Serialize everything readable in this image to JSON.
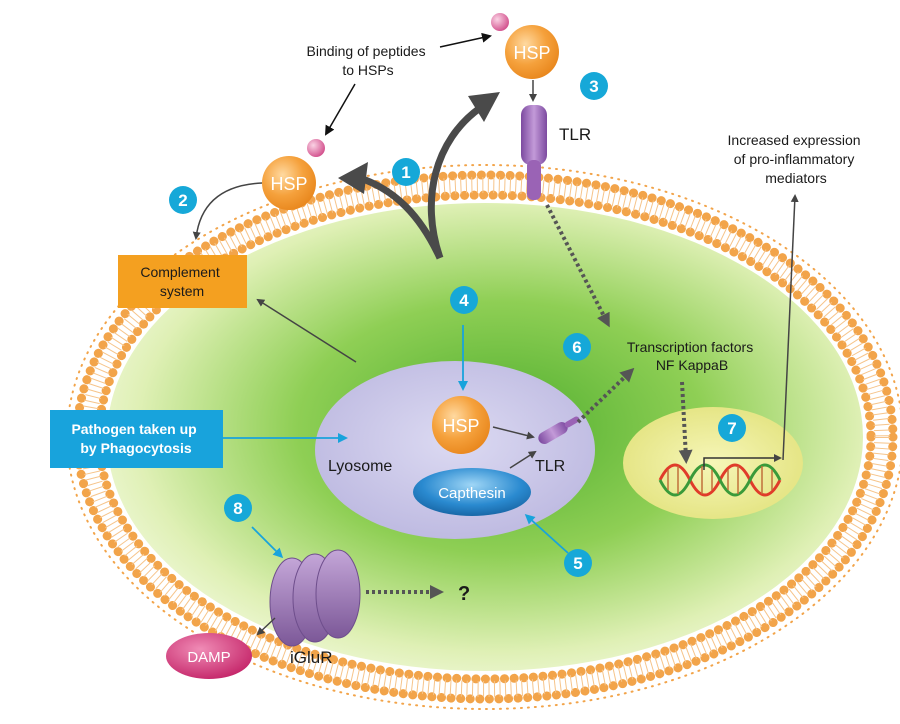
{
  "labels": {
    "binding": [
      "Binding of peptides",
      "to HSPs"
    ],
    "tlr_top": "TLR",
    "increased": [
      "Increased expression",
      "of pro-inflammatory",
      "mediators"
    ],
    "complement": [
      "Complement",
      "system"
    ],
    "transcription": [
      "Transcription factors",
      "NF KappaB"
    ],
    "pathogen": [
      "Pathogen taken up",
      "by Phagocytosis"
    ],
    "lysosome": "Lyosome",
    "tlr_inner": "TLR",
    "capthesin": "Capthesin",
    "damp": "DAMP",
    "iglur": "iGluR",
    "question": "?"
  },
  "hsp_label": "HSP",
  "badges": [
    "1",
    "2",
    "3",
    "4",
    "5",
    "6",
    "7",
    "8"
  ],
  "colors": {
    "membrane": "#f2a44a",
    "hsp": "#f39a33",
    "peptide": "#e06aa0",
    "tlr": "#9a63b5",
    "badge": "#16a8d8",
    "complement_box": "#f4a020",
    "pathogen_box": "#18a3dc",
    "lysosome": "#c9c6e8",
    "nucleus": "#ecec9a",
    "capthesin": "#1d7ec8",
    "damp": "#d6367a",
    "iglur": "#9c7ab4",
    "cytoplasm_center": "#5cb838"
  }
}
